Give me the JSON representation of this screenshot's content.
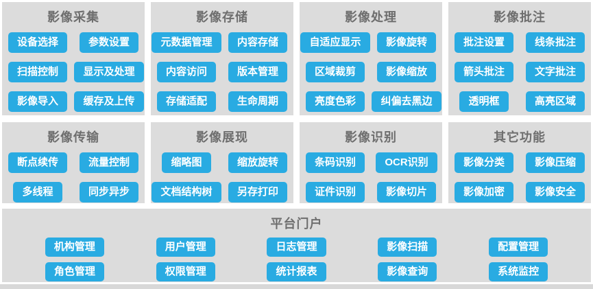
{
  "colors": {
    "panel_background": "#dcdcdc",
    "button_background": "#29abe2",
    "button_text": "#ffffff",
    "title_text": "#6e6e6e",
    "page_background": "#ffffff"
  },
  "panels": [
    {
      "title": "影像采集",
      "buttons": [
        "设备选择",
        "参数设置",
        "扫描控制",
        "显示及处理",
        "影像导入",
        "缓存及上传"
      ]
    },
    {
      "title": "影像存储",
      "buttons": [
        "元数据管理",
        "内容存储",
        "内容访问",
        "版本管理",
        "存储适配",
        "生命周期"
      ]
    },
    {
      "title": "影像处理",
      "buttons": [
        "自适应显示",
        "影像旋转",
        "区域裁剪",
        "影像缩放",
        "亮度色彩",
        "纠偏去黑边"
      ]
    },
    {
      "title": "影像批注",
      "buttons": [
        "批注设置",
        "线条批注",
        "箭头批注",
        "文字批注",
        "透明框",
        "高亮区域"
      ]
    },
    {
      "title": "影像传输",
      "buttons": [
        "断点续传",
        "流量控制",
        "多线程",
        "同步异步"
      ]
    },
    {
      "title": "影像展现",
      "buttons": [
        "缩略图",
        "缩放旋转",
        "文档结构树",
        "另存打印"
      ]
    },
    {
      "title": "影像识别",
      "buttons": [
        "条码识别",
        "OCR识别",
        "证件识别",
        "影像切片"
      ]
    },
    {
      "title": "其它功能",
      "buttons": [
        "影像分类",
        "影像压缩",
        "影像加密",
        "影像安全"
      ]
    }
  ],
  "portal": {
    "title": "平台门户",
    "buttons": [
      "机构管理",
      "用户管理",
      "日志管理",
      "影像扫描",
      "配置管理",
      "角色管理",
      "权限管理",
      "统计报表",
      "影像查询",
      "系统监控"
    ]
  }
}
